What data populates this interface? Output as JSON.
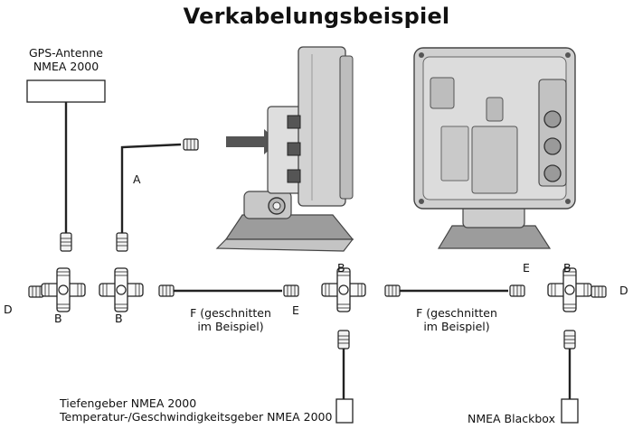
{
  "title": "Verkabelungsbeispiel",
  "gps": {
    "line1": "GPS-Antenne",
    "line2": "NMEA 2000"
  },
  "labels": {
    "a": "A",
    "b": "B",
    "d": "D",
    "e": "E",
    "f_line1": "F (geschnitten",
    "f_line2": "im Beispiel)"
  },
  "sensors": {
    "line1": "Tiefengeber NMEA 2000",
    "line2": "Temperatur-/Geschwindigkeitsgeber NMEA 2000"
  },
  "blackbox": "NMEA Blackbox",
  "colors": {
    "ink": "#222222",
    "device_fill": "#d6d6d6",
    "device_dark": "#8c8c8c",
    "arrow": "#555555"
  }
}
